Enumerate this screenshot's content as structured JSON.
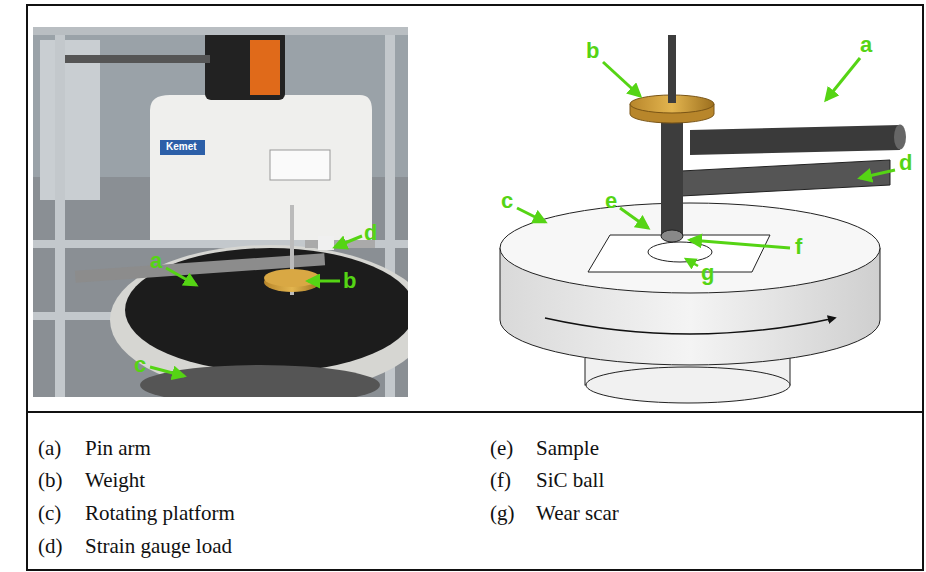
{
  "diagram": {
    "labels": [
      "a",
      "d",
      "b",
      "c",
      "b",
      "a",
      "d",
      "c",
      "e",
      "f",
      "g",
      "Kemet",
      "(a)",
      "Pin arm",
      "(b)",
      "Weight",
      "(c)",
      "Rotating platform",
      "(d)",
      "Strain gauge load",
      "(e)",
      "Sample",
      "(f)",
      "SiC ball",
      "(g)",
      "Wear scar"
    ]
  }
}
